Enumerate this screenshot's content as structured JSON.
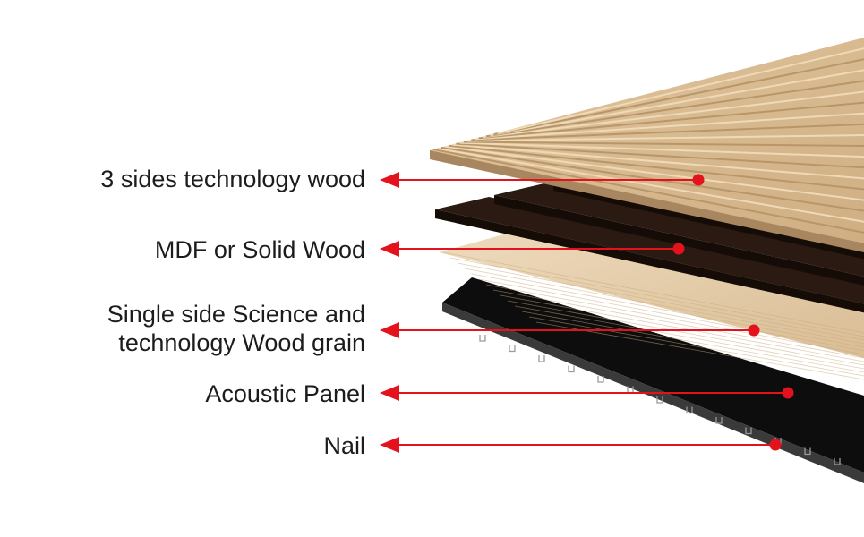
{
  "colors": {
    "background": "#ffffff",
    "callout": "#e3121c",
    "label_text": "#1c1c1c",
    "wood_top": "#d8bb92",
    "wood_dark": "#2a1a12",
    "veneer": "#e7d2b4",
    "acoustic": "#0d0d0d",
    "nail": "#b9b9b9"
  },
  "callouts": [
    {
      "id": "technology-wood",
      "label": "3 sides technology wood"
    },
    {
      "id": "mdf",
      "label": "MDF or Solid Wood"
    },
    {
      "id": "veneer",
      "label": "Single side Science and technology Wood grain"
    },
    {
      "id": "acoustic-panel",
      "label": "Acoustic Panel"
    },
    {
      "id": "nail",
      "label": "Nail"
    }
  ]
}
